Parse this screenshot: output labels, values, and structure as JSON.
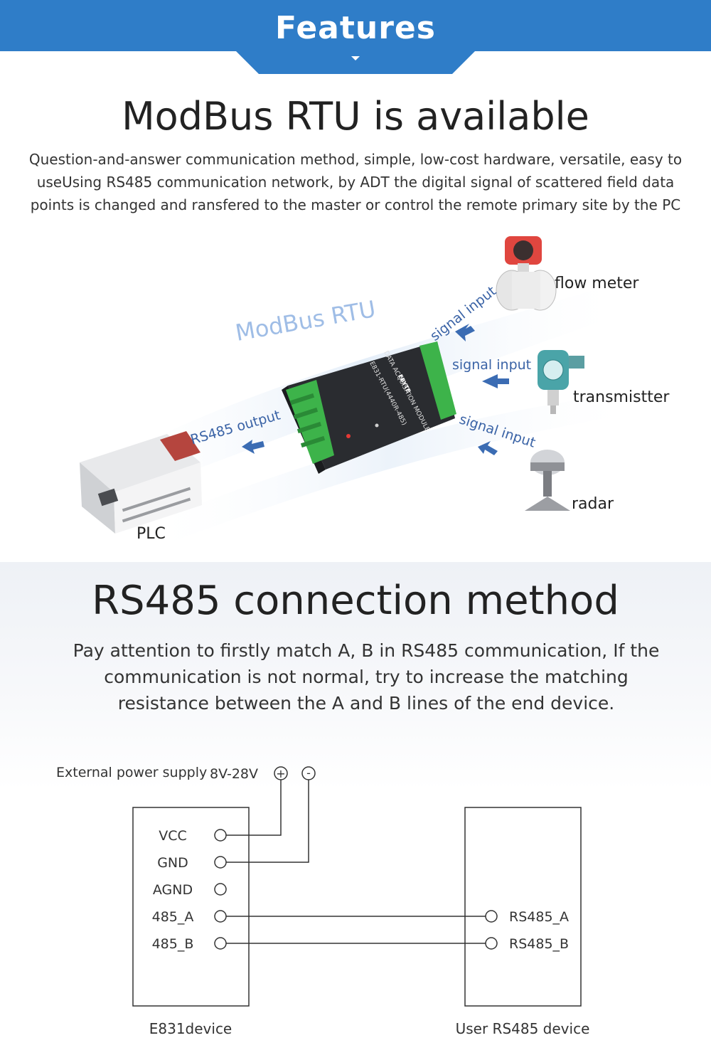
{
  "header": {
    "title": "Features",
    "color": "#2f7dc8"
  },
  "section1": {
    "title": "ModBus RTU is available",
    "lines": [
      "Question-and-answer communication method, simple, low-cost hardware, versatile, easy to",
      "useUsing RS485 communication network, by ADT the digital signal of scattered field data",
      "points is changed and ransfered to the master or control the remote primary site by the PC"
    ]
  },
  "scene": {
    "protocol_label": "ModBus RTU",
    "output_label": "RS485 output",
    "signal_label_1": "signal input",
    "signal_label_2": "signal input",
    "signal_label_3": "signal input",
    "devices": {
      "flow_meter": "flow meter",
      "transmitter": "transmistter",
      "radar": "radar",
      "plc": "PLC"
    },
    "module_text": {
      "brand": "EBYTE",
      "model": "E831-RTU(4440R-485)",
      "title": "DATA ACQUISITION MODULE"
    },
    "arrow_color": "#3b6cb3"
  },
  "section2": {
    "title": "RS485 connection method",
    "lines": [
      "Pay attention to firstly match  A, B  in RS485 communication, If  the",
      "communication is not normal, try to increase the matching",
      "resistance between the A and B lines of the end device."
    ]
  },
  "wiring": {
    "supply_label": "External power supply",
    "supply_voltage": "8V-28V",
    "plus_symbol": "+",
    "minus_symbol": "-",
    "left_pins": [
      "VCC",
      "GND",
      "AGND",
      "485_A",
      "485_B"
    ],
    "right_pins": [
      "RS485_A",
      "RS485_B"
    ],
    "left_caption": "E831device",
    "right_caption": "User RS485 device"
  }
}
